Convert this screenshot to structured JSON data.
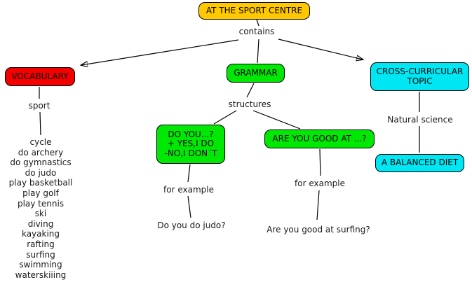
{
  "root": {
    "label": "AT THE SPORT CENTRE"
  },
  "linking_phrases": {
    "contains": "contains",
    "sport": "sport",
    "structures": "structures",
    "natural_science": "Natural science",
    "for_example_left": "for example",
    "for_example_right": "for example"
  },
  "vocabulary": {
    "label": "VOCABULARY",
    "items": [
      "cycle",
      "do archery",
      "do gymnastics",
      "do judo",
      "play basketball",
      "play golf",
      "play tennis",
      "ski",
      "diving",
      "kayaking",
      "rafting",
      "surfing",
      "swimming",
      "waterskiiing"
    ]
  },
  "grammar": {
    "label": "GRAMMAR",
    "structure_do_you": {
      "line1": "DO YOU...?",
      "line2": "+ YES,I DO",
      "line3": "-NO,I DON´T"
    },
    "structure_are_you": "ARE YOU GOOD AT ...?",
    "example_do_you": "Do you do judo?",
    "example_are_you": "Are you good at surfing?"
  },
  "cross_curricular": {
    "label": "CROSS-CURRICULAR TOPIC",
    "node": "A BALANCED DIET"
  },
  "colors": {
    "root_node": "#FFC800",
    "vocabulary_node": "#F40000",
    "grammar_node": "#00E803",
    "cross_curricular_node": "#00E6F2"
  }
}
